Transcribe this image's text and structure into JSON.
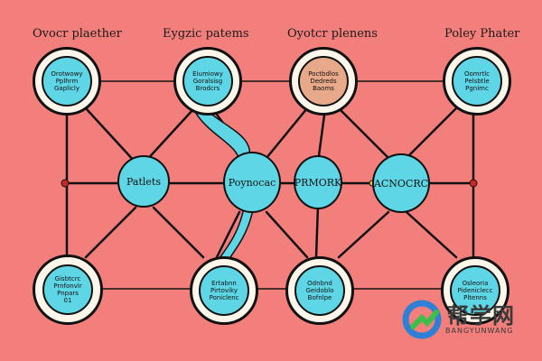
{
  "top_labels": [
    "Ovocr plaether",
    "Eygzic patems",
    "Oyotcr plenens",
    "Poley Phater"
  ],
  "nodes": {
    "top": [
      {
        "lines": [
          "Orotwowy",
          "Pplhrm",
          "Gaplicly"
        ],
        "color": "cyan"
      },
      {
        "lines": [
          "Eiumiowy",
          "Goralsisg",
          "Brodcrs"
        ],
        "color": "cyan"
      },
      {
        "lines": [
          "Poctbdlos",
          "Dedreds",
          "Baoms"
        ],
        "color": "tan"
      },
      {
        "lines": [
          "Oomrtlc",
          "Pelsbtle",
          "Pgnimc"
        ],
        "color": "cyan"
      }
    ],
    "middle": [
      "Patlets",
      "Poynocac",
      "PRMORK",
      "ACNOCRC"
    ],
    "bottom": [
      {
        "lines": [
          "Gisbtcrc",
          "Prnfonvir",
          "Pnpars",
          "01"
        ]
      },
      {
        "lines": [
          "Ertabnn",
          "Pirtoviky",
          "Poniclenc"
        ]
      },
      {
        "lines": [
          "Odnbnd",
          "Geidoblo",
          "Bofnlpe"
        ]
      },
      {
        "lines": [
          "Osleoria",
          "Pideniclecc",
          "Pltenns"
        ]
      }
    ]
  },
  "watermark": {
    "cn": "帮学网",
    "en": "BANGYUNWANG"
  },
  "colors": {
    "background": "#f27f7b",
    "node_fill": "#5fd6e6",
    "outer_fill": "#fdf6ea",
    "tan_fill": "#e8a88a",
    "line": "#111111"
  }
}
